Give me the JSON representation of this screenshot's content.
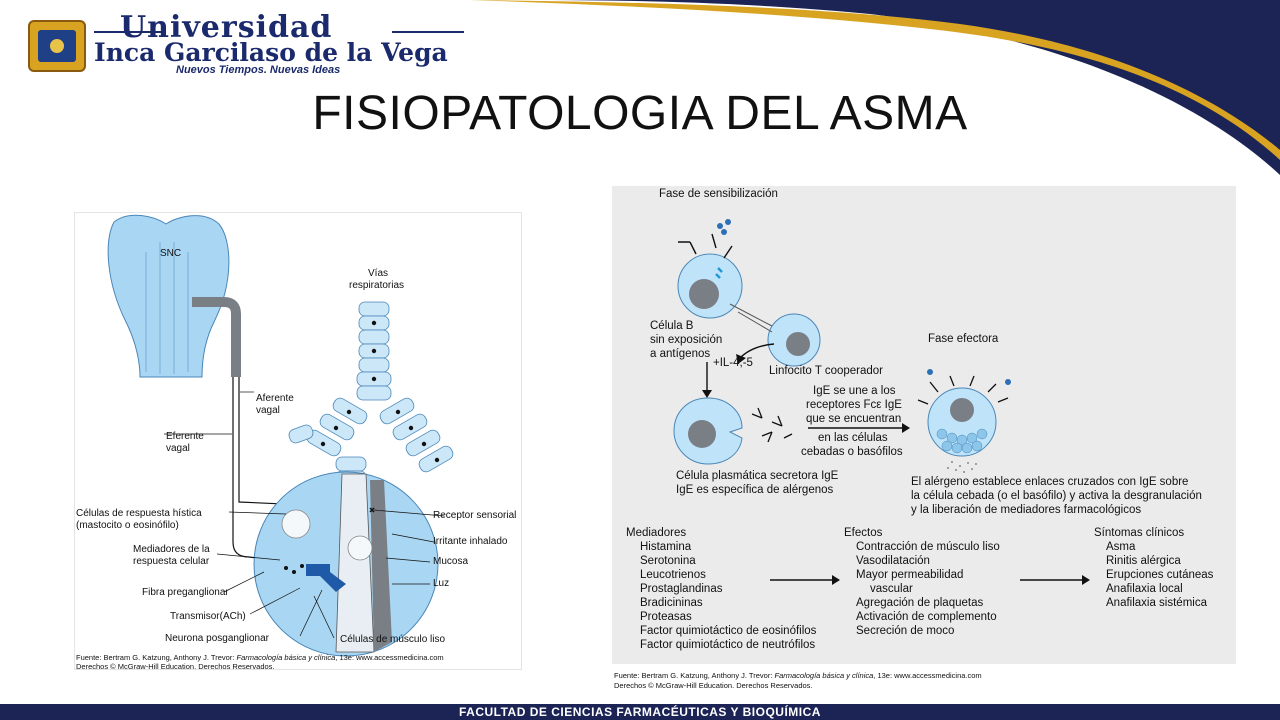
{
  "header": {
    "university_line1": "Universidad",
    "university_line2": "Inca Garcilaso de la Vega",
    "slogan": "Nuevos Tiempos. Nuevas Ideas",
    "title": "FISIOPATOLOGIA DEL ASMA"
  },
  "footer": {
    "faculty": "FACULTAD DE CIENCIAS FARMACÉUTICAS Y BIOQUÍMICA"
  },
  "left_figure": {
    "labels": {
      "snc": "SNC",
      "vias1": "Vías",
      "vias2": "respiratorias",
      "aferente1": "Aferente",
      "aferente2": "vagal",
      "eferente1": "Eferente",
      "eferente2": "vagal",
      "celulas1": "Células de respuesta hística",
      "celulas2": "(mastocito o eosinófilo)",
      "mediadores1": "Mediadores de la",
      "mediadores2": "respuesta celular",
      "fibra": "Fibra preganglionar",
      "transmisor": "Transmisor(ACh)",
      "neurona": "Neurona posganglionar",
      "receptor": "Receptor sensorial",
      "irritante": "Irritante inhalado",
      "mucosa": "Mucosa",
      "luz": "Luz",
      "musculo": "Células de músculo liso"
    },
    "source_line1": "Fuente: Bertram G. Katzung, Anthony J. Trevor: ",
    "source_book": "Farmacología básica y clínica",
    "source_line1_end": ", 13e: www.accessmedicina.com",
    "source_line2": "Derechos © McGraw-Hill Education. Derechos Reservados."
  },
  "right_figure": {
    "fase_sensibilizacion": "Fase de sensibilización",
    "celula_b1": "Célula B",
    "celula_b2": "sin exposición",
    "celula_b3": "a antígenos",
    "il": "+IL-4,-5",
    "linfocito": "Linfocito T cooperador",
    "fase_efectora": "Fase efectora",
    "ige_une1": "IgE se une a los",
    "ige_une2": "receptores Fcε IgE",
    "ige_une3": "que se encuentran",
    "ige_une4": "en las células",
    "ige_une5": "cebadas o basófilos",
    "plasmatica1": "Célula plasmática secretora IgE",
    "plasmatica2": "IgE es específica de alérgenos",
    "alergeno1": "El alérgeno establece enlaces cruzados con IgE sobre",
    "alergeno2": "la célula cebada (o el basófilo) y activa la desgranulación",
    "alergeno3": "y la liberación de mediadores farmacológicos",
    "mediadores_title": "Mediadores",
    "mediadores": [
      "Histamina",
      "Serotonina",
      "Leucotrienos",
      "Prostaglandinas",
      "Bradicininas",
      "Proteasas",
      "Factor quimiotáctico de eosinófilos",
      "Factor quimiotáctico de neutrófilos"
    ],
    "efectos_title": "Efectos",
    "efectos": [
      "Contracción de músculo liso",
      "Vasodilatación",
      "Mayor permeabilidad",
      "vascular",
      "Agregación de plaquetas",
      "Activación de complemento",
      "Secreción de moco"
    ],
    "sintomas_title": "Síntomas clínicos",
    "sintomas": [
      "Asma",
      "Rinitis alérgica",
      "Erupciones cutáneas",
      "Anafilaxia local",
      "Anafilaxia sistémica"
    ],
    "source_line1": "Fuente: Bertram G. Katzung, Anthony J. Trevor: ",
    "source_book": "Farmacología básica y clínica",
    "source_line1_end": ", 13e: www.accessmedicina.com",
    "source_line2": "Derechos © McGraw-Hill Education. Derechos Reservados."
  },
  "colors": {
    "navy": "#1c2456",
    "blue_light": "#a9d6f2",
    "blue_cell": "#cbe7f8",
    "gray_nucleus": "#7a7f86",
    "gold": "#d8a321"
  }
}
